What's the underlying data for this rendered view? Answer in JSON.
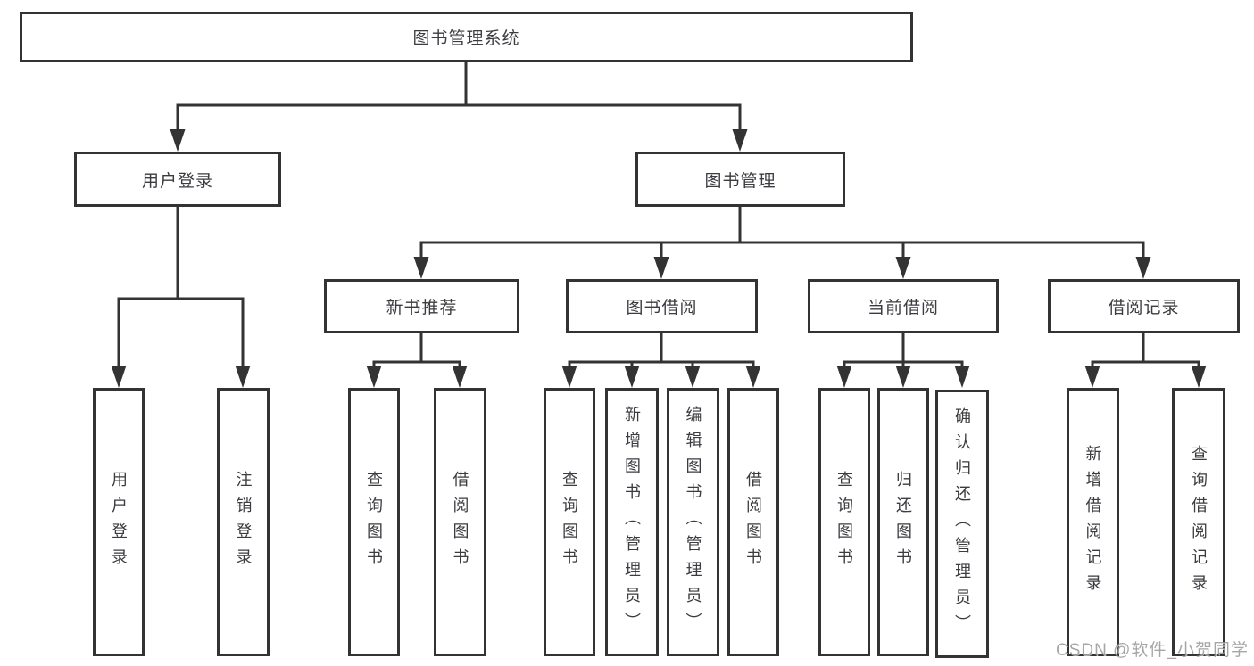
{
  "diagram": {
    "title": "图书管理系统",
    "watermark": "CSDN @软件_小贺同学",
    "colors": {
      "line": "#333333",
      "box_border": "#333333",
      "box_fill": "#ffffff",
      "text": "#3b3b40",
      "watermark_text": "#969696"
    },
    "nodes": {
      "root": {
        "label": "图书管理系统"
      },
      "user_login": {
        "label": "用户登录"
      },
      "book_mgmt": {
        "label": "图书管理"
      },
      "new_book": {
        "label": "新书推荐"
      },
      "book_borrow": {
        "label": "图书借阅"
      },
      "current_borrow": {
        "label": "当前借阅"
      },
      "borrow_record": {
        "label": "借阅记录"
      },
      "leaf_user_login": {
        "label": "用户登录"
      },
      "leaf_logout": {
        "label": "注销登录"
      },
      "leaf_nb_query": {
        "label": "查询图书"
      },
      "leaf_nb_borrow": {
        "label": "借阅图书"
      },
      "leaf_bb_query": {
        "label": "查询图书"
      },
      "leaf_bb_add": {
        "label": "新增图书（管理员）"
      },
      "leaf_bb_edit": {
        "label": "编辑图书（管理员）"
      },
      "leaf_bb_borrow": {
        "label": "借阅图书"
      },
      "leaf_cb_query": {
        "label": "查询图书"
      },
      "leaf_cb_return": {
        "label": "归还图书"
      },
      "leaf_cb_confirm": {
        "label": "确认归还（管理员）"
      },
      "leaf_br_add": {
        "label": "新增借阅记录"
      },
      "leaf_br_query": {
        "label": "查询借阅记录"
      }
    },
    "edges": [
      {
        "from": "图书管理系统",
        "to": [
          "用户登录",
          "图书管理"
        ]
      },
      {
        "from": "用户登录",
        "to": [
          "用户登录",
          "注销登录"
        ]
      },
      {
        "from": "图书管理",
        "to": [
          "新书推荐",
          "图书借阅",
          "当前借阅",
          "借阅记录"
        ]
      },
      {
        "from": "新书推荐",
        "to": [
          "查询图书",
          "借阅图书"
        ]
      },
      {
        "from": "图书借阅",
        "to": [
          "查询图书",
          "新增图书（管理员）",
          "编辑图书（管理员）",
          "借阅图书"
        ]
      },
      {
        "from": "当前借阅",
        "to": [
          "查询图书",
          "归还图书",
          "确认归还（管理员）"
        ]
      },
      {
        "from": "借阅记录",
        "to": [
          "新增借阅记录",
          "查询借阅记录"
        ]
      }
    ]
  }
}
